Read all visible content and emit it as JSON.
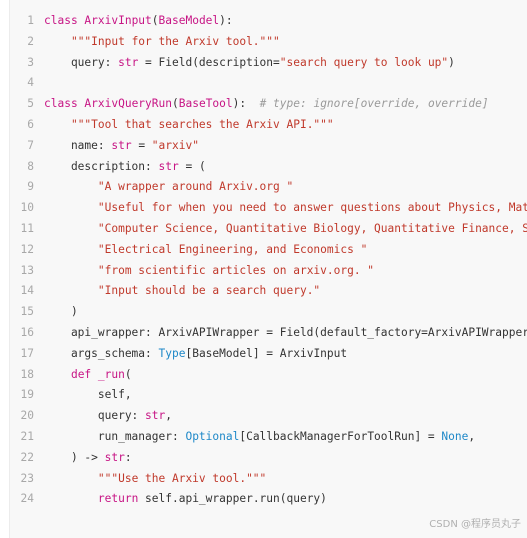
{
  "code": {
    "lines": [
      {
        "n": "1",
        "tokens": [
          {
            "t": "class ",
            "c": "kw"
          },
          {
            "t": "ArxivInput",
            "c": "cls"
          },
          {
            "t": "(",
            "c": "plain"
          },
          {
            "t": "BaseModel",
            "c": "cls"
          },
          {
            "t": "):",
            "c": "plain"
          }
        ]
      },
      {
        "n": "2",
        "tokens": [
          {
            "t": "    ",
            "c": "plain"
          },
          {
            "t": "\"\"\"Input for the Arxiv tool.\"\"\"",
            "c": "str"
          }
        ]
      },
      {
        "n": "3",
        "tokens": [
          {
            "t": "    query: ",
            "c": "plain"
          },
          {
            "t": "str",
            "c": "kw"
          },
          {
            "t": " = Field(description=",
            "c": "plain"
          },
          {
            "t": "\"search query to look up\"",
            "c": "str"
          },
          {
            "t": ")",
            "c": "plain"
          }
        ]
      },
      {
        "n": "4",
        "tokens": []
      },
      {
        "n": "5",
        "tokens": [
          {
            "t": "class ",
            "c": "kw"
          },
          {
            "t": "ArxivQueryRun",
            "c": "cls"
          },
          {
            "t": "(",
            "c": "plain"
          },
          {
            "t": "BaseTool",
            "c": "cls"
          },
          {
            "t": "):  ",
            "c": "plain"
          },
          {
            "t": "# type: ignore[override, override]",
            "c": "cmt"
          }
        ]
      },
      {
        "n": "6",
        "tokens": [
          {
            "t": "    ",
            "c": "plain"
          },
          {
            "t": "\"\"\"Tool that searches the Arxiv API.\"\"\"",
            "c": "str"
          }
        ]
      },
      {
        "n": "7",
        "tokens": [
          {
            "t": "    name: ",
            "c": "plain"
          },
          {
            "t": "str",
            "c": "kw"
          },
          {
            "t": " = ",
            "c": "plain"
          },
          {
            "t": "\"arxiv\"",
            "c": "str"
          }
        ]
      },
      {
        "n": "8",
        "tokens": [
          {
            "t": "    description: ",
            "c": "plain"
          },
          {
            "t": "str",
            "c": "kw"
          },
          {
            "t": " = (",
            "c": "plain"
          }
        ]
      },
      {
        "n": "9",
        "tokens": [
          {
            "t": "        ",
            "c": "plain"
          },
          {
            "t": "\"A wrapper around Arxiv.org \"",
            "c": "str"
          }
        ]
      },
      {
        "n": "10",
        "tokens": [
          {
            "t": "        ",
            "c": "plain"
          },
          {
            "t": "\"Useful for when you need to answer questions about Physics, Mathe",
            "c": "str"
          }
        ]
      },
      {
        "n": "11",
        "tokens": [
          {
            "t": "        ",
            "c": "plain"
          },
          {
            "t": "\"Computer Science, Quantitative Biology, Quantitative Finance, Sta",
            "c": "str"
          }
        ]
      },
      {
        "n": "12",
        "tokens": [
          {
            "t": "        ",
            "c": "plain"
          },
          {
            "t": "\"Electrical Engineering, and Economics \"",
            "c": "str"
          }
        ]
      },
      {
        "n": "13",
        "tokens": [
          {
            "t": "        ",
            "c": "plain"
          },
          {
            "t": "\"from scientific articles on arxiv.org. \"",
            "c": "str"
          }
        ]
      },
      {
        "n": "14",
        "tokens": [
          {
            "t": "        ",
            "c": "plain"
          },
          {
            "t": "\"Input should be a search query.\"",
            "c": "str"
          }
        ]
      },
      {
        "n": "15",
        "tokens": [
          {
            "t": "    )",
            "c": "plain"
          }
        ]
      },
      {
        "n": "16",
        "tokens": [
          {
            "t": "    api_wrapper: ArxivAPIWrapper = Field(default_factory=ArxivAPIWrapper)",
            "c": "plain"
          }
        ]
      },
      {
        "n": "17",
        "tokens": [
          {
            "t": "    args_schema: ",
            "c": "plain"
          },
          {
            "t": "Type",
            "c": "bi"
          },
          {
            "t": "[BaseModel] = ArxivInput",
            "c": "plain"
          }
        ]
      },
      {
        "n": "18",
        "tokens": [
          {
            "t": "    ",
            "c": "plain"
          },
          {
            "t": "def ",
            "c": "kw"
          },
          {
            "t": "_run",
            "c": "cls"
          },
          {
            "t": "(",
            "c": "plain"
          }
        ]
      },
      {
        "n": "19",
        "tokens": [
          {
            "t": "        self,",
            "c": "plain"
          }
        ]
      },
      {
        "n": "20",
        "tokens": [
          {
            "t": "        query: ",
            "c": "plain"
          },
          {
            "t": "str",
            "c": "kw"
          },
          {
            "t": ",",
            "c": "plain"
          }
        ]
      },
      {
        "n": "21",
        "tokens": [
          {
            "t": "        run_manager: ",
            "c": "plain"
          },
          {
            "t": "Optional",
            "c": "bi"
          },
          {
            "t": "[CallbackManagerForToolRun] = ",
            "c": "plain"
          },
          {
            "t": "None",
            "c": "bi"
          },
          {
            "t": ",",
            "c": "plain"
          }
        ]
      },
      {
        "n": "22",
        "tokens": [
          {
            "t": "    ) -> ",
            "c": "plain"
          },
          {
            "t": "str",
            "c": "kw"
          },
          {
            "t": ":",
            "c": "plain"
          }
        ]
      },
      {
        "n": "23",
        "tokens": [
          {
            "t": "        ",
            "c": "plain"
          },
          {
            "t": "\"\"\"Use the Arxiv tool.\"\"\"",
            "c": "str"
          }
        ]
      },
      {
        "n": "24",
        "tokens": [
          {
            "t": "        ",
            "c": "plain"
          },
          {
            "t": "return ",
            "c": "kw"
          },
          {
            "t": "self.api_wrapper.run(query)",
            "c": "plain"
          }
        ]
      }
    ]
  },
  "watermark": "CSDN @程序员丸子"
}
